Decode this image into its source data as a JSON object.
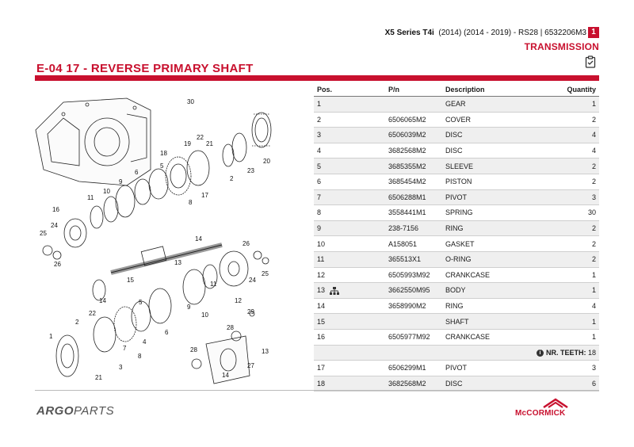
{
  "header": {
    "model_name": "X5 Series T4i",
    "model_detail": "(2014) (2014 - 2019) - RS28 |  6532206M3",
    "page_number": "1",
    "section": "TRANSMISSION"
  },
  "page_title": "E-04 17 -  REVERSE PRIMARY SHAFT",
  "drawing_callouts": [
    "30",
    "22",
    "21",
    "20",
    "23",
    "2",
    "19",
    "18",
    "17",
    "8",
    "7",
    "6",
    "5",
    "9",
    "10",
    "11",
    "16",
    "24",
    "25",
    "26",
    "15",
    "14",
    "13",
    "12",
    "26",
    "24",
    "25",
    "4",
    "3",
    "1",
    "2",
    "22",
    "21",
    "7",
    "8",
    "28",
    "29",
    "27",
    "13",
    "14"
  ],
  "table": {
    "columns": {
      "pos": "Pos.",
      "pn": "P/n",
      "desc": "Description",
      "qty": "Quantity"
    },
    "rows": [
      {
        "pos": "1",
        "pn": "",
        "desc": "GEAR",
        "qty": "1"
      },
      {
        "pos": "2",
        "pn": "6506065M2",
        "desc": "COVER",
        "qty": "2"
      },
      {
        "pos": "3",
        "pn": "6506039M2",
        "desc": "DISC",
        "qty": "4"
      },
      {
        "pos": "4",
        "pn": "3682568M2",
        "desc": "DISC",
        "qty": "4"
      },
      {
        "pos": "5",
        "pn": "3685355M2",
        "desc": "SLEEVE",
        "qty": "2"
      },
      {
        "pos": "6",
        "pn": "3685454M2",
        "desc": "PISTON",
        "qty": "2"
      },
      {
        "pos": "7",
        "pn": "6506288M1",
        "desc": "PIVOT",
        "qty": "3"
      },
      {
        "pos": "8",
        "pn": "3558441M1",
        "desc": "SPRING",
        "qty": "30"
      },
      {
        "pos": "9",
        "pn": "238-7156",
        "desc": "RING",
        "qty": "2"
      },
      {
        "pos": "10",
        "pn": "A158051",
        "desc": "GASKET",
        "qty": "2"
      },
      {
        "pos": "11",
        "pn": "365513X1",
        "desc": "O-RING",
        "qty": "2"
      },
      {
        "pos": "12",
        "pn": "6505993M92",
        "desc": "CRANKCASE",
        "qty": "1"
      },
      {
        "pos": "13",
        "pn": "3662550M95",
        "desc": "BODY",
        "qty": "1",
        "icon": "tree-structure-icon"
      },
      {
        "pos": "14",
        "pn": "3658990M2",
        "desc": "RING",
        "qty": "4"
      },
      {
        "pos": "15",
        "pn": "",
        "desc": "SHAFT",
        "qty": "1"
      },
      {
        "pos": "16",
        "pn": "6505977M92",
        "desc": "CRANKCASE",
        "qty": "1"
      }
    ],
    "note": {
      "label": "NR. TEETH:",
      "value": "18",
      "icon": "info-icon"
    },
    "rows_after": [
      {
        "pos": "17",
        "pn": "6506299M1",
        "desc": "PIVOT",
        "qty": "3"
      },
      {
        "pos": "18",
        "pn": "3682568M2",
        "desc": "DISC",
        "qty": "6"
      }
    ]
  },
  "footer": {
    "argo_prefix": "ARGO",
    "argo_suffix": "PARTS",
    "mccormick": "McCORMICK"
  },
  "colors": {
    "brand_red": "#c8102e",
    "row_alt": "#efefef"
  }
}
